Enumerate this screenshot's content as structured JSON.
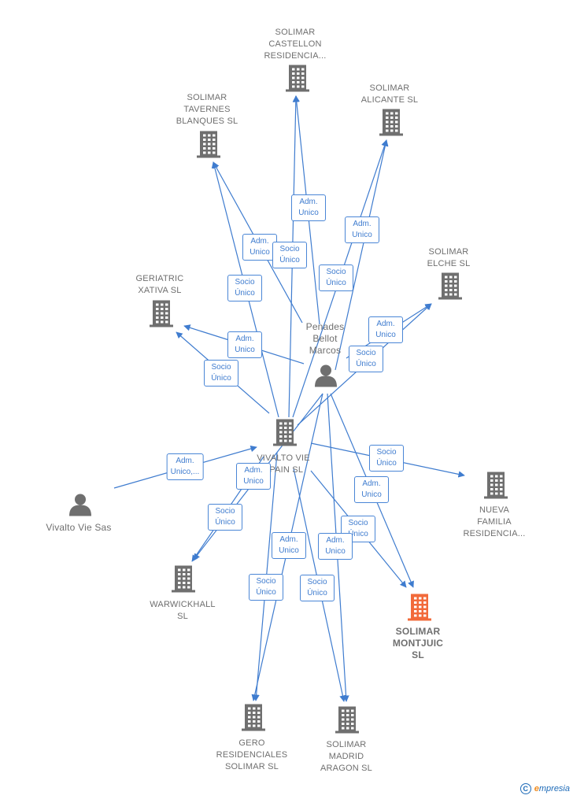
{
  "colors": {
    "edge": "#3f7ccf",
    "node_icon": "#6f6f6f",
    "highlight_icon": "#f26a3a",
    "label": "#6f6f6f"
  },
  "nodes": {
    "solimar_castellon": {
      "label": "SOLIMAR\nCASTELLON\nRESIDENCIA...",
      "icon": "building-icon"
    },
    "solimar_alicante": {
      "label": "SOLIMAR\nALICANTE  SL",
      "icon": "building-icon"
    },
    "solimar_tavernes": {
      "label": "SOLIMAR\nTAVERNES\nBLANQUES  SL",
      "icon": "building-icon"
    },
    "solimar_elche": {
      "label": "SOLIMAR\nELCHE  SL",
      "icon": "building-icon"
    },
    "geriatric_xativa": {
      "label": "GERIATRIC\nXATIVA  SL",
      "icon": "building-icon"
    },
    "penades": {
      "label": "Penades\nBellot\nMarcos",
      "icon": "person-icon"
    },
    "vivalto_spain": {
      "label": "VIVALTO VIE\nSPAIN  SL",
      "icon": "building-icon"
    },
    "vivalto_sas": {
      "label": "Vivalto Vie Sas",
      "icon": "person-icon"
    },
    "nueva_familia": {
      "label": "NUEVA\nFAMILIA\nRESIDENCIA...",
      "icon": "building-icon"
    },
    "warwickhall": {
      "label": "WARWICKHALL\nSL",
      "icon": "building-icon"
    },
    "solimar_montjuic": {
      "label": "SOLIMAR\nMONTJUIC\nSL",
      "icon": "building-icon"
    },
    "gero_residenciales": {
      "label": "GERO\nRESIDENCIALES\nSOLIMAR SL",
      "icon": "building-icon"
    },
    "solimar_madrid": {
      "label": "SOLIMAR\nMADRID\nARAGON  SL",
      "icon": "building-icon"
    }
  },
  "edge_labels": {
    "adm_castellon": "Adm.\nUnico",
    "adm_alicante": "Adm.\nUnico",
    "adm_tavernes": "Adm.\nUnico",
    "socio_tavernes": "Socio\nÚnico",
    "socio_castellon": "Socio\nÚnico",
    "socio_alicante": "Socio\nÚnico",
    "adm_elche": "Adm.\nUnico",
    "socio_elche": "Socio\nÚnico",
    "adm_xativa": "Adm.\nUnico",
    "socio_xativa": "Socio\nÚnico",
    "adm_vivalto_sas": "Adm.\nUnico,...",
    "adm_warwickhall": "Adm.\nUnico",
    "socio_warwickhall": "Socio\nÚnico",
    "socio_nueva": "Socio\nÚnico",
    "adm_montjuic": "Adm.\nUnico",
    "socio_montjuic": "Socio\nÚnico",
    "adm_gero": "Adm.\nUnico",
    "socio_gero": "Socio\nÚnico",
    "adm_madrid": "Adm.\nUnico",
    "socio_madrid": "Socio\nÚnico"
  },
  "footer": {
    "copyright_symbol": "C",
    "brand_initial": "e",
    "brand_rest": "mpresia"
  }
}
